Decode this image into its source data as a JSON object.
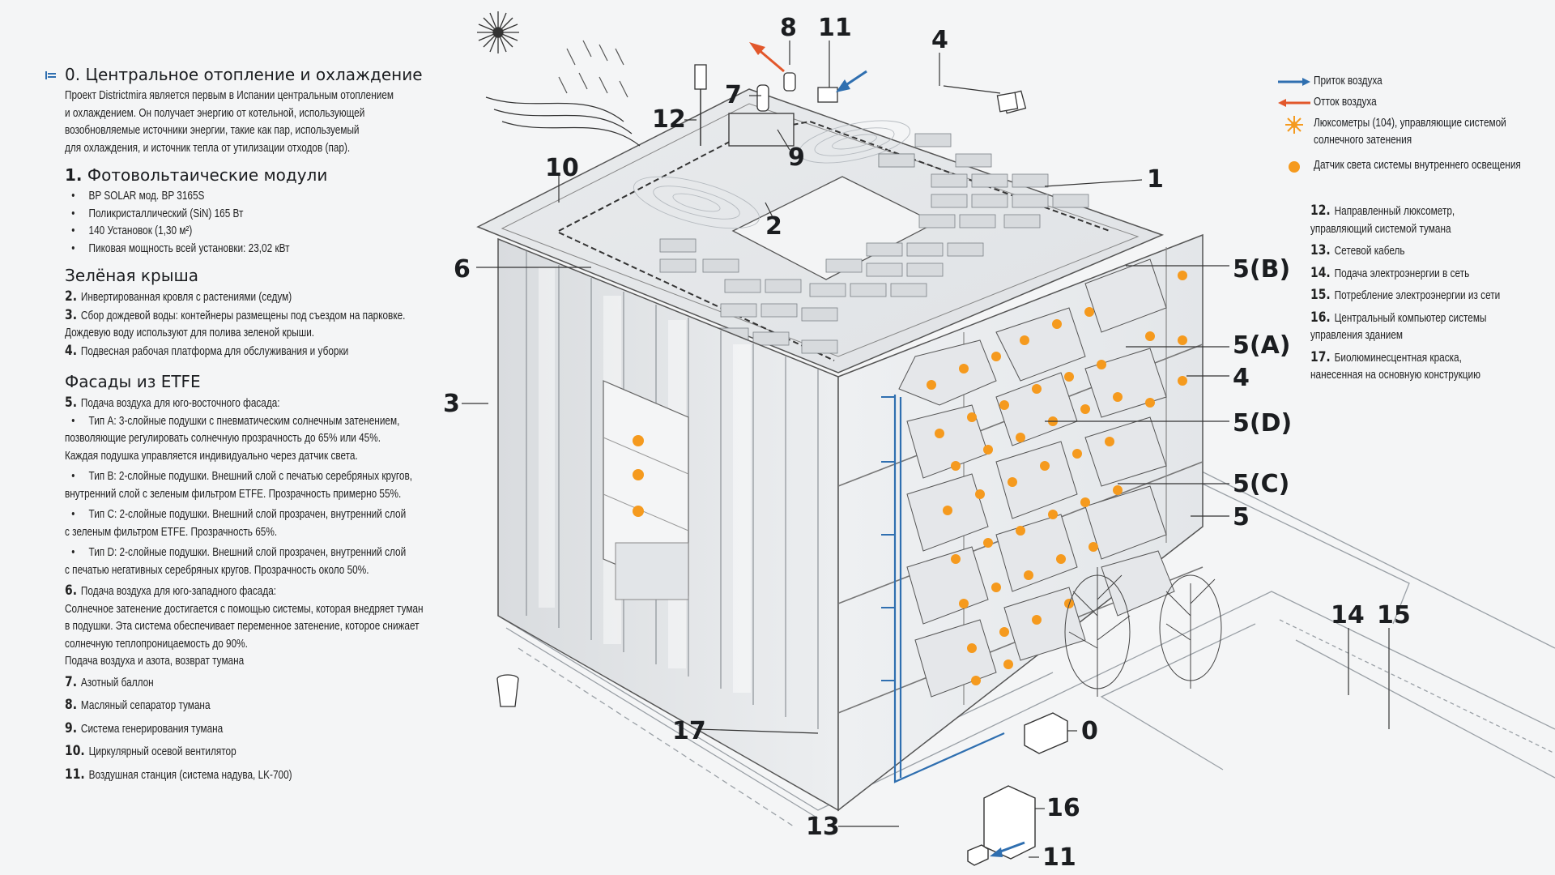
{
  "left": {
    "title0_num": "0.",
    "title0": "Центральное отопление и охлаждение",
    "para0": [
      "Проект Districtmira является первым в Испании центральным отоплением",
      "и охлаждением. Он получает энергию от котельной, использующей",
      "возобновляемые источники энергии, такие как пар, используемый",
      "для охлаждения, и источник тепла от утилизации отходов (пар)."
    ],
    "title1_num": "1.",
    "title1": "Фотовольтаические модули",
    "pv": [
      "BP SOLAR мод. BP 3165S",
      "Поликристаллический (SiN) 165 Вт",
      "140 Установок (1,30 м²)",
      "Пиковая мощность всей установки: 23,02 кВт"
    ],
    "title_green": "Зелёная крыша",
    "green": [
      {
        "n": "2.",
        "t": "Инвертированная кровля с растениями (седум)"
      },
      {
        "n": "3.",
        "t": "Сбор дождевой воды: контейнеры размещены под съездом на парковке."
      },
      {
        "n": "",
        "t": "Дождевую воду используют для полива зеленой крыши."
      },
      {
        "n": "4.",
        "t": "Подвесная рабочая платформа для обслуживания и уборки"
      }
    ],
    "title_etfe": "Фасады из ETFE",
    "etfe_5": {
      "n": "5.",
      "t": "Подача воздуха для юго-восточного фасада:"
    },
    "etfe_types": [
      [
        "Тип A: 3-слойные подушки с пневматическим солнечным затенением,",
        "позволяющие регулировать солнечную прозрачность до 65% или 45%.",
        "Каждая подушка управляется индивидуально через датчик света."
      ],
      [
        "Тип B: 2-слойные подушки. Внешний слой с печатью серебряных кругов,",
        "внутренний слой с зеленым фильтром ETFE. Прозрачность примерно 55%."
      ],
      [
        "Тип C: 2-слойные подушки. Внешний слой прозрачен, внутренний слой",
        "с зеленым фильтром ETFE. Прозрачность 65%."
      ],
      [
        "Тип D: 2-слойные подушки. Внешний слой прозрачен, внутренний слой",
        "с печатью негативных серебряных кругов. Прозрачность около 50%."
      ]
    ],
    "etfe_6": {
      "n": "6.",
      "t": "Подача воздуха для юго-западного фасада:"
    },
    "etfe_6_lines": [
      "Солнечное затенение достигается с помощью системы, которая внедряет туман",
      "в подушки. Эта система обеспечивает переменное затенение, которое снижает",
      "солнечную теплопроницаемость до 90%.",
      "Подача воздуха и азота, возврат тумана"
    ],
    "rest": [
      {
        "n": "7.",
        "t": "Азотный баллон"
      },
      {
        "n": "8.",
        "t": "Масляный сепаратор тумана"
      },
      {
        "n": "9.",
        "t": "Система генерирования тумана"
      },
      {
        "n": "10.",
        "t": "Циркулярный осевой вентилятор"
      },
      {
        "n": "11.",
        "t": "Воздушная станция (система надува, LK-700)"
      }
    ]
  },
  "legend": {
    "inflow": "Приток воздуха",
    "outflow": "Отток воздуха",
    "luxmeters_1": "Люксометры (104), управляющие системой",
    "luxmeters_2": "солнечного затенения",
    "sensor": "Датчик света системы внутреннего освещения",
    "inflow_color": "#2f6fb0",
    "outflow_color": "#e2572b",
    "sensor_color": "#f59a1e"
  },
  "right": [
    {
      "n": "12.",
      "lines": [
        "Направленный люксометр,",
        "управляющий системой тумана"
      ]
    },
    {
      "n": "13.",
      "lines": [
        "Сетевой кабель"
      ]
    },
    {
      "n": "14.",
      "lines": [
        "Подача электроэнергии в сеть"
      ]
    },
    {
      "n": "15.",
      "lines": [
        "Потребление электроэнергии из сети"
      ]
    },
    {
      "n": "16.",
      "lines": [
        "Центральный компьютер системы",
        "управления зданием"
      ]
    },
    {
      "n": "17.",
      "lines": [
        "Биолюминесцентная краска,",
        "нанесенная на основную конструкцию"
      ]
    }
  ],
  "callouts": {
    "c8": "8",
    "c11a": "11",
    "c4a": "4",
    "c7": "7",
    "c12": "12",
    "c9": "9",
    "c10": "10",
    "c2": "2",
    "c1": "1",
    "c6": "6",
    "c3": "3",
    "c5b": "5(B)",
    "c5a": "5(A)",
    "c4b": "4",
    "c5d": "5(D)",
    "c5c": "5(C)",
    "c5": "5",
    "c14": "14",
    "c15": "15",
    "c0": "0",
    "c17": "17",
    "c16": "16",
    "c13": "13",
    "c11b": "11"
  }
}
